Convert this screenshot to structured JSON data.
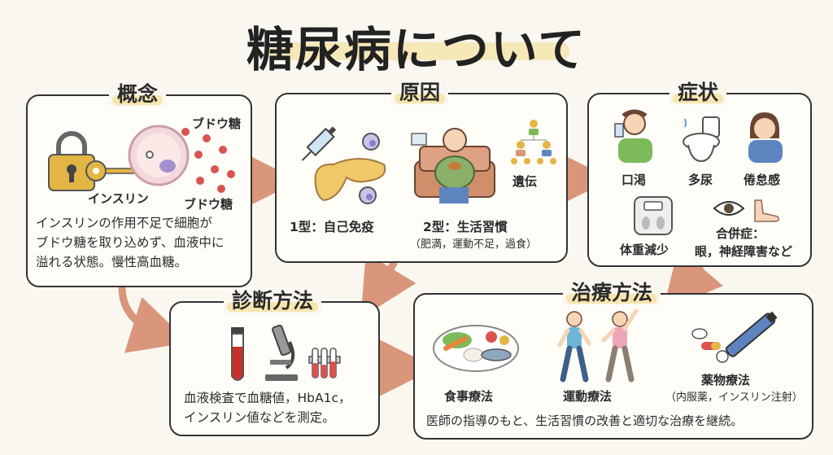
{
  "title": "糖尿病について",
  "concept": {
    "heading": "概念",
    "label_glucose_top": "ブドウ糖",
    "label_insulin": "インスリン",
    "label_glucose_bottom": "ブドウ糖",
    "desc_line1": "インスリンの作用不足で細胞が",
    "desc_line2": "ブドウ糖を取り込めず、血液中に",
    "desc_line3": "溢れる状態。慢性高血糖。"
  },
  "cause": {
    "heading": "原因",
    "genetics": "遺伝",
    "type1": "1型：自己免疫",
    "type2": "2型：生活習慣",
    "type2_detail": "（肥満，運動不足，過食）"
  },
  "symptoms": {
    "heading": "症状",
    "thirst": "口渇",
    "polyuria": "多尿",
    "fatigue": "倦怠感",
    "weight_loss": "体重減少",
    "complications_line1": "合併症：",
    "complications_line2": "眼，神経障害など"
  },
  "diagnosis": {
    "heading": "診断方法",
    "desc_line1": "血液検査で血糖値，HbA1c，",
    "desc_line2": "インスリン値などを測定。"
  },
  "treatment": {
    "heading": "治療方法",
    "diet": "食事療法",
    "exercise": "運動療法",
    "medication": "薬物療法",
    "medication_detail": "（内服薬，インスリン注射）",
    "summary": "医師の指導のもと、生活習慣の改善と適切な治療を継続。"
  },
  "colors": {
    "arrow": "#d9967a",
    "highlight": "#f6e3a6",
    "blood": "#d9534f",
    "lock": "#e2b545",
    "green": "#7cba5a"
  }
}
